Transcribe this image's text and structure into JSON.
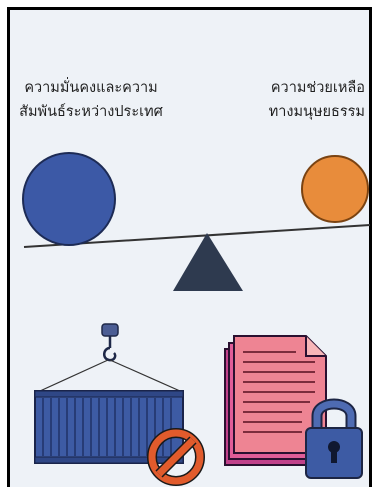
{
  "balance": {
    "left_label_line1": "ความมั่นคงและความ",
    "left_label_line2": "สัมพันธ์ระหว่างประเทศ",
    "right_label_line1": "ความช่วยเหลือ",
    "right_label_line2": "ทางมนุษยธรรม"
  },
  "colors": {
    "background": "#eef2f7",
    "left_weight": "#3c59a6",
    "right_weight": "#e88c3b",
    "fulcrum": "#2e3a4f",
    "container": "#3d5ba4",
    "hook": "#4b5d94",
    "prohibition": "#e15b2c",
    "document": "#ee8493",
    "padlock": "#3d5ba4"
  },
  "icons": {
    "left_weight": "blue-ball-icon",
    "right_weight": "orange-ball-icon",
    "fulcrum": "triangle-fulcrum-icon",
    "cargo": "shipping-container-icon",
    "prohibition": "prohibition-icon",
    "documents": "document-icon",
    "lock": "padlock-icon"
  }
}
